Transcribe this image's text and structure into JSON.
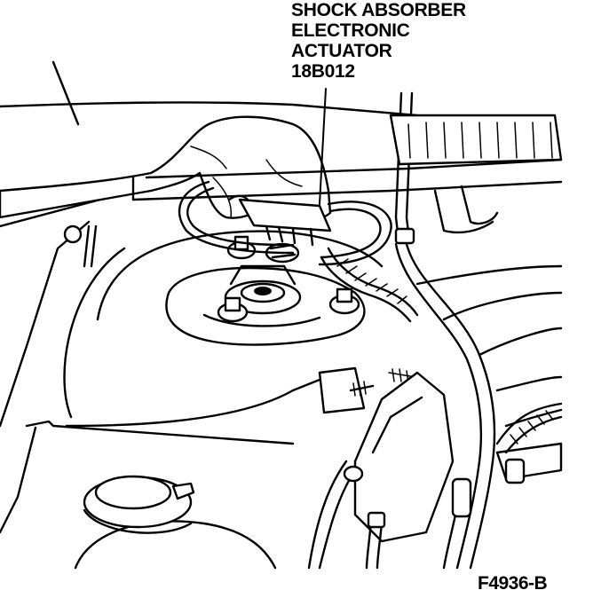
{
  "callout": {
    "lines": [
      "SHOCK ABSORBER",
      "ELECTRONIC",
      "ACTUATOR",
      "18B012"
    ]
  },
  "figure_id": "F4936-B",
  "colors": {
    "ink": "#000000",
    "paper": "#ffffff"
  }
}
